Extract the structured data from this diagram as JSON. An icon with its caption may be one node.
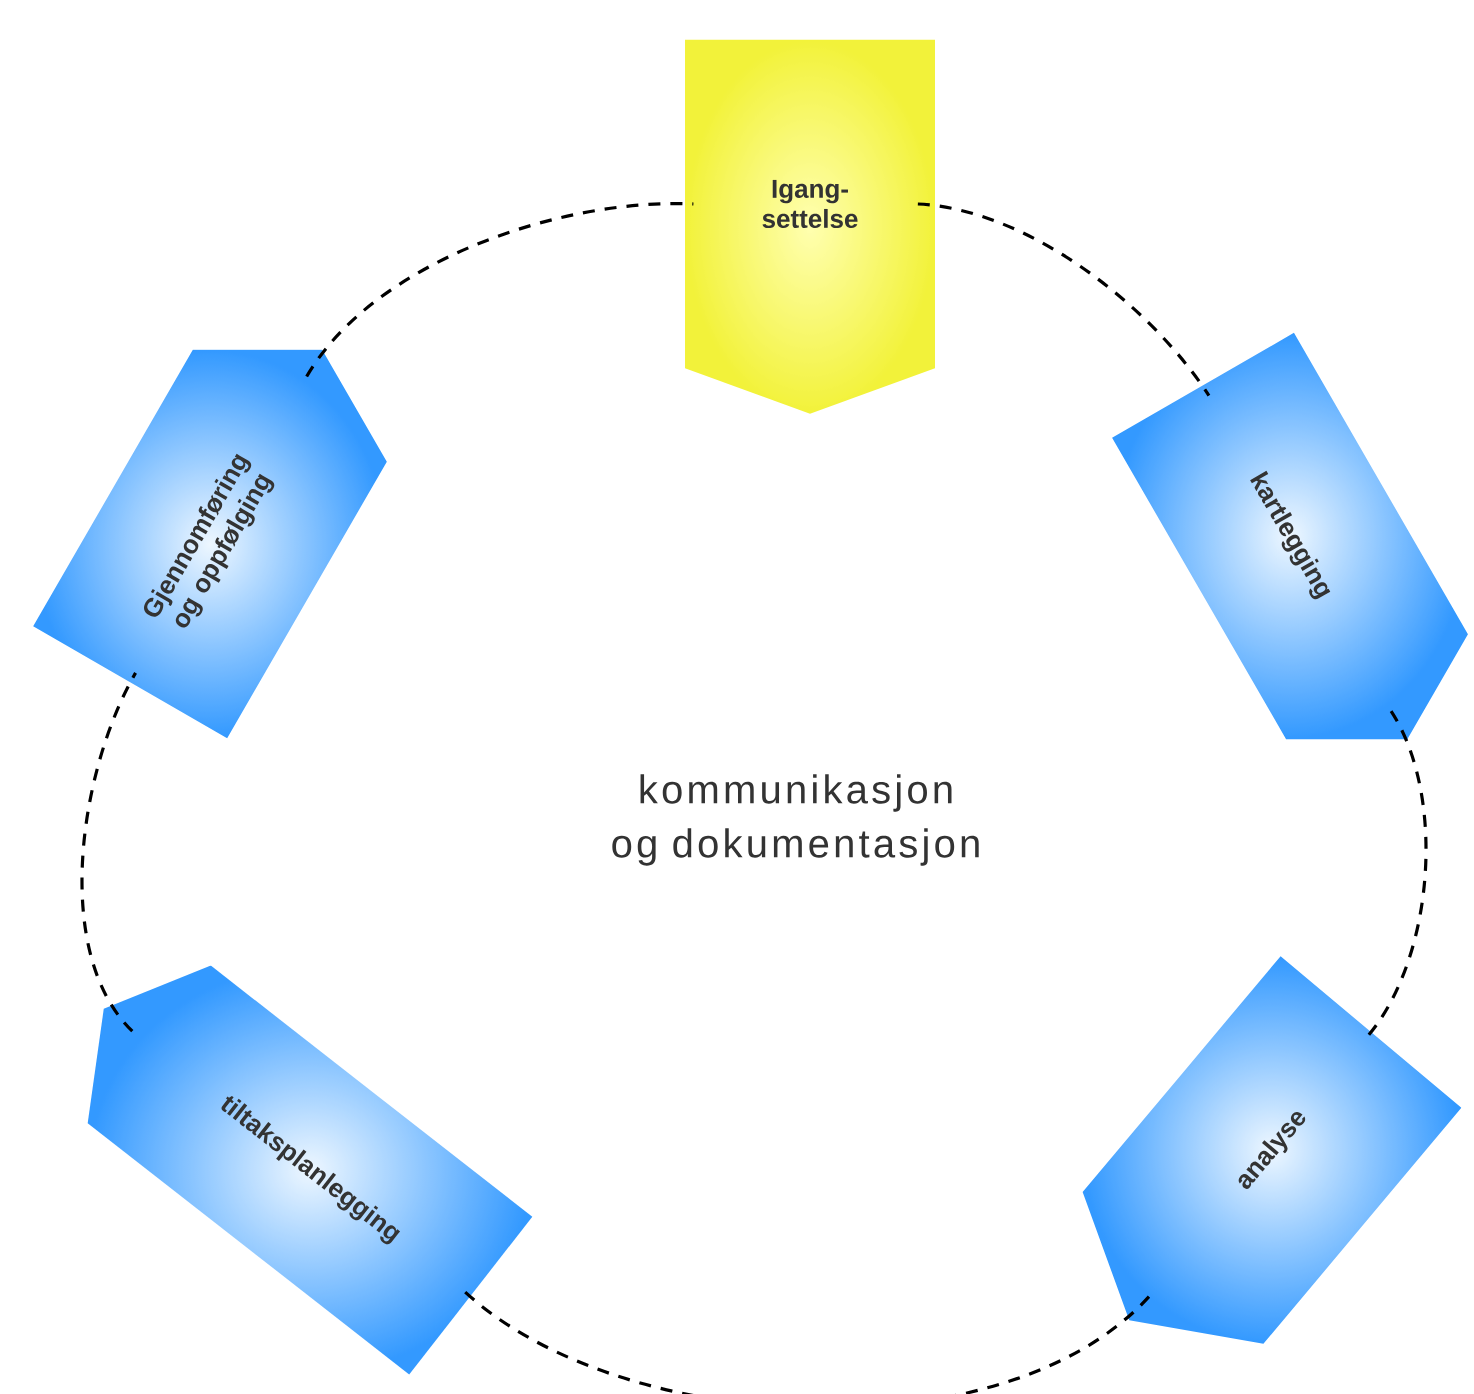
{
  "diagram": {
    "nodes": [
      {
        "text": [
          "Igang-settelse"
        ]
      },
      {
        "text": [
          "kartlegging"
        ]
      },
      {
        "text": [
          "analyse"
        ]
      },
      {
        "text": [
          "tiltaksplanlegging"
        ]
      },
      {
        "text": [
          "Gjennomføring og oppfølging"
        ]
      }
    ],
    "edges": [
      {
        "from": 0,
        "to": 1,
        "arrow": "none",
        "style": "dashed"
      },
      {
        "from": 1,
        "to": 2,
        "arrow": "none",
        "style": "dashed"
      },
      {
        "from": 2,
        "to": 3,
        "arrow": "none",
        "style": "dashed"
      },
      {
        "from": 3,
        "to": 4,
        "arrow": "none",
        "style": "dashed"
      },
      {
        "from": 4,
        "to": 0,
        "arrow": "none",
        "style": "dashed"
      }
    ],
    "labels": [
      "kommunikasjon og dokumentasjon"
    ]
  }
}
